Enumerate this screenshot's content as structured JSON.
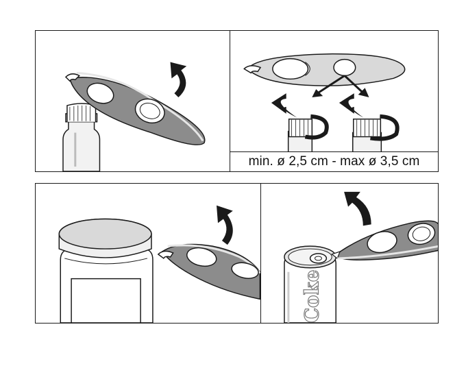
{
  "panels": [
    {
      "id": "panel-1",
      "step": "open-bottle"
    },
    {
      "id": "panel-2",
      "step": "size-range",
      "caption": "min. ø 2,5 cm - max ø 3,5 cm"
    },
    {
      "id": "panel-3",
      "step": "open-jar-lid"
    },
    {
      "id": "panel-4",
      "step": "open-can-tab",
      "can_label": "Coke"
    }
  ],
  "colors": {
    "line": "#1a1a1a",
    "tool_dark": "#8c8c8c",
    "tool_light": "#e6e6e6",
    "metal": "#d9d9d9",
    "bottle_glass": "#f2f2f2"
  },
  "icons": [
    "curved-arrow-icon",
    "rotate-arrow-icon",
    "bottle-opener-tool"
  ]
}
